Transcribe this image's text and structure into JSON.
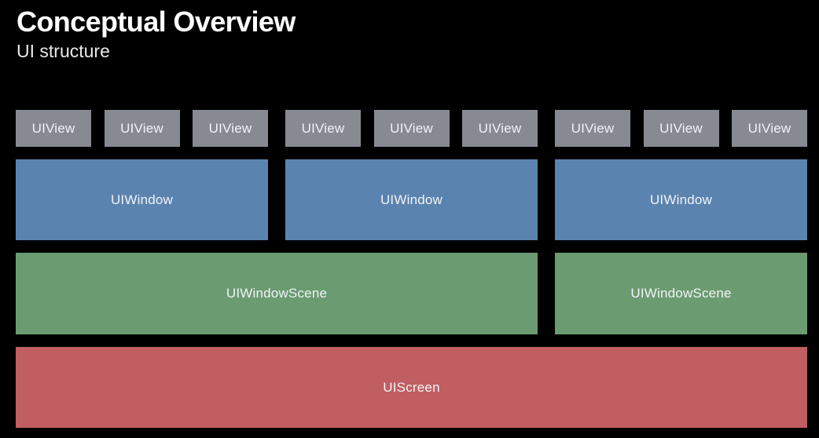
{
  "slide": {
    "title": "Conceptual Overview",
    "subtitle": "UI structure"
  },
  "colors": {
    "background": "#000000",
    "view_gray": "#878a91",
    "window_blue": "#5b83b0",
    "scene_green": "#6b9b71",
    "screen_red": "#c05e61",
    "label_text": "#f1f4f6",
    "title_text": "#ffffff",
    "subtitle_text": "#e9e9e9"
  },
  "diagram": {
    "groups": [
      {
        "views": [
          "UIView",
          "UIView",
          "UIView"
        ],
        "window_label": "UIWindow"
      },
      {
        "views": [
          "UIView",
          "UIView",
          "UIView"
        ],
        "window_label": "UIWindow"
      },
      {
        "views": [
          "UIView",
          "UIView",
          "UIView"
        ],
        "window_label": "UIWindow"
      }
    ],
    "scenes": [
      {
        "label": "UIWindowScene"
      },
      {
        "label": "UIWindowScene"
      }
    ],
    "screen": {
      "label": "UIScreen"
    }
  }
}
